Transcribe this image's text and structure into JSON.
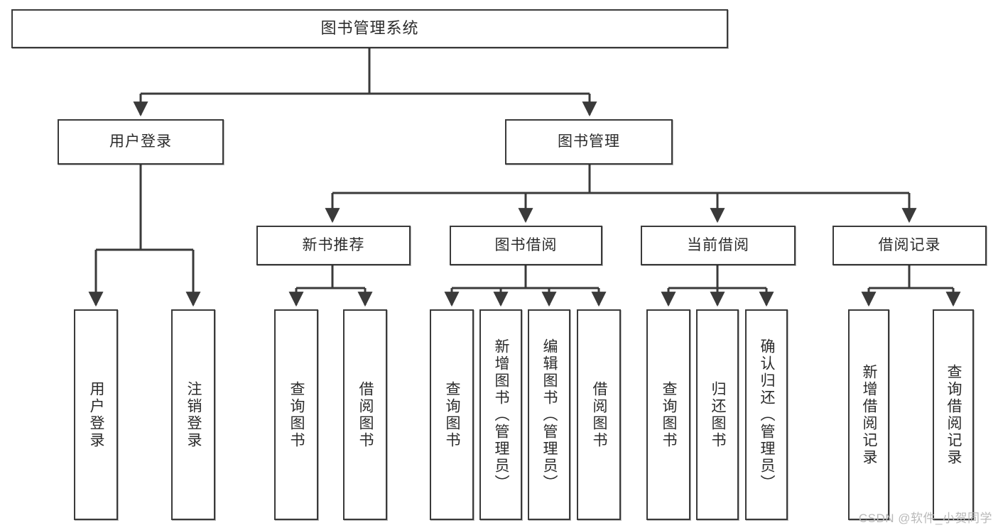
{
  "diagram": {
    "title": "图书管理系统",
    "type": "tree",
    "watermark": "CSDN @软件_小贺同学",
    "edge_color": "#3a3a3a",
    "box_border_color": "#3a3a3a",
    "background": "#ffffff"
  },
  "nodes": {
    "root": {
      "label": "图书管理系统"
    },
    "level2": [
      {
        "label": "用户登录"
      },
      {
        "label": "图书管理"
      }
    ],
    "level3": [
      {
        "label": "新书推荐"
      },
      {
        "label": "图书借阅"
      },
      {
        "label": "当前借阅"
      },
      {
        "label": "借阅记录"
      }
    ],
    "leaves": [
      {
        "label": "用户登录"
      },
      {
        "label": "注销登录"
      },
      {
        "label": "查询图书"
      },
      {
        "label": "借阅图书"
      },
      {
        "label": "查询图书"
      },
      {
        "label": "新增图书（管理员）"
      },
      {
        "label": "编辑图书（管理员）"
      },
      {
        "label": "借阅图书"
      },
      {
        "label": "查询图书"
      },
      {
        "label": "归还图书"
      },
      {
        "label": "确认归还（管理员）"
      },
      {
        "label": "新增借阅记录"
      },
      {
        "label": "查询借阅记录"
      }
    ]
  }
}
